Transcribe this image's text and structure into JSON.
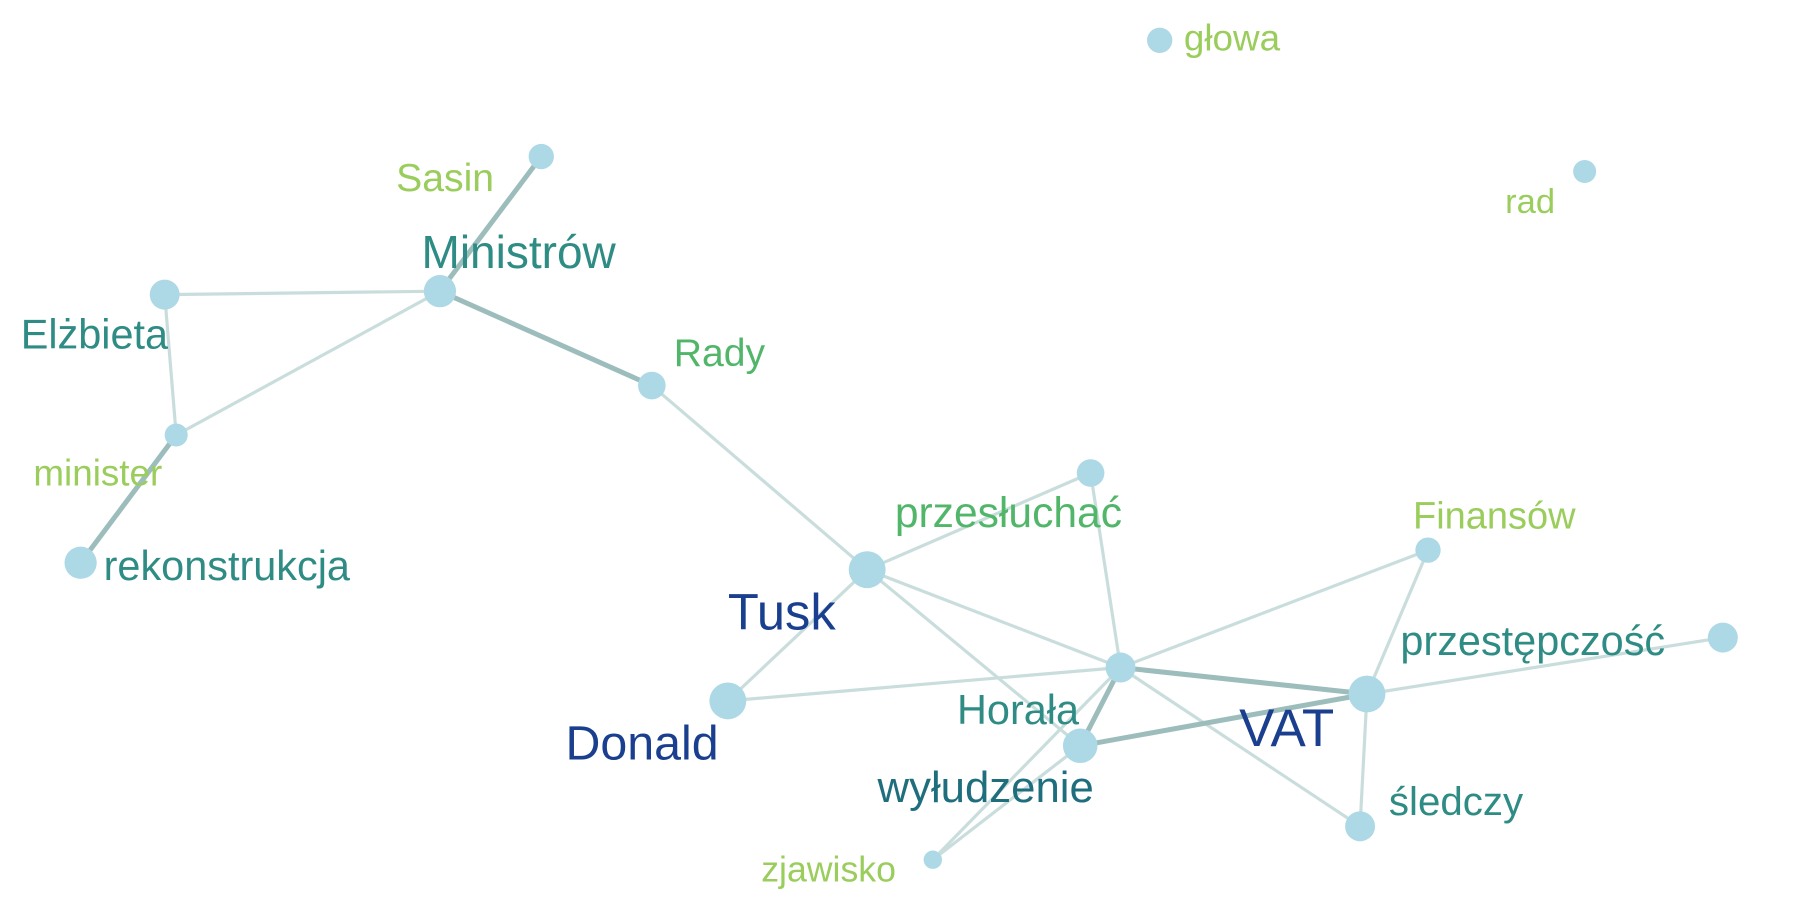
{
  "colors": {
    "node": "#ADD8E6",
    "edge": "#C9DEDC",
    "edge_strong": "#9DBDBD",
    "tier1": "#1B3F8F",
    "tier2": "#1F6E7E",
    "tier3": "#2F8C85",
    "tier4": "#52B66A",
    "tier5": "#9ACD5C"
  },
  "nodes": [
    {
      "id": "glowa",
      "label": "głowa",
      "tier": "tier5"
    },
    {
      "id": "rad",
      "label": "rad",
      "tier": "tier5"
    },
    {
      "id": "sasin",
      "label": "Sasin",
      "tier": "tier5"
    },
    {
      "id": "ministrow",
      "label": "Ministrów",
      "tier": "tier3"
    },
    {
      "id": "elzbieta",
      "label": "Elżbieta",
      "tier": "tier3"
    },
    {
      "id": "rady",
      "label": "Rady",
      "tier": "tier4"
    },
    {
      "id": "minister",
      "label": "minister",
      "tier": "tier5"
    },
    {
      "id": "rekonstrukcja",
      "label": "rekonstrukcja",
      "tier": "tier3"
    },
    {
      "id": "przesluchac",
      "label": "przesłuchać",
      "tier": "tier4"
    },
    {
      "id": "finansow",
      "label": "Finansów",
      "tier": "tier5"
    },
    {
      "id": "tusk",
      "label": "Tusk",
      "tier": "tier1"
    },
    {
      "id": "przestepczosc",
      "label": "przestępczość",
      "tier": "tier3"
    },
    {
      "id": "horala",
      "label": "Horała",
      "tier": "tier3"
    },
    {
      "id": "vat",
      "label": "VAT",
      "tier": "tier1"
    },
    {
      "id": "donald",
      "label": "Donald",
      "tier": "tier1"
    },
    {
      "id": "wyludzenie",
      "label": "wyłudzenie",
      "tier": "tier2"
    },
    {
      "id": "sledczy",
      "label": "śledczy",
      "tier": "tier3"
    },
    {
      "id": "zjawisko",
      "label": "zjawisko",
      "tier": "tier5"
    }
  ],
  "edges": [
    {
      "source": "sasin",
      "target": "ministrow",
      "strong": true
    },
    {
      "source": "elzbieta",
      "target": "ministrow",
      "strong": false
    },
    {
      "source": "elzbieta",
      "target": "minister",
      "strong": false
    },
    {
      "source": "minister",
      "target": "ministrow",
      "strong": false
    },
    {
      "source": "minister",
      "target": "rekonstrukcja",
      "strong": true
    },
    {
      "source": "ministrow",
      "target": "rady",
      "strong": true
    },
    {
      "source": "rady",
      "target": "tusk",
      "strong": false
    },
    {
      "source": "tusk",
      "target": "przesluchac",
      "strong": false
    },
    {
      "source": "tusk",
      "target": "horala",
      "strong": false
    },
    {
      "source": "tusk",
      "target": "donald",
      "strong": false
    },
    {
      "source": "tusk",
      "target": "wyludzenie",
      "strong": false
    },
    {
      "source": "przesluchac",
      "target": "horala",
      "strong": false
    },
    {
      "source": "donald",
      "target": "horala",
      "strong": false
    },
    {
      "source": "horala",
      "target": "vat",
      "strong": true
    },
    {
      "source": "horala",
      "target": "finansow",
      "strong": false
    },
    {
      "source": "horala",
      "target": "wyludzenie",
      "strong": true
    },
    {
      "source": "horala",
      "target": "sledczy",
      "strong": false
    },
    {
      "source": "horala",
      "target": "zjawisko",
      "strong": false
    },
    {
      "source": "wyludzenie",
      "target": "vat",
      "strong": true
    },
    {
      "source": "wyludzenie",
      "target": "zjawisko",
      "strong": false
    },
    {
      "source": "vat",
      "target": "finansow",
      "strong": false
    },
    {
      "source": "vat",
      "target": "przestepczosc",
      "strong": false
    },
    {
      "source": "vat",
      "target": "sledczy",
      "strong": false
    }
  ]
}
